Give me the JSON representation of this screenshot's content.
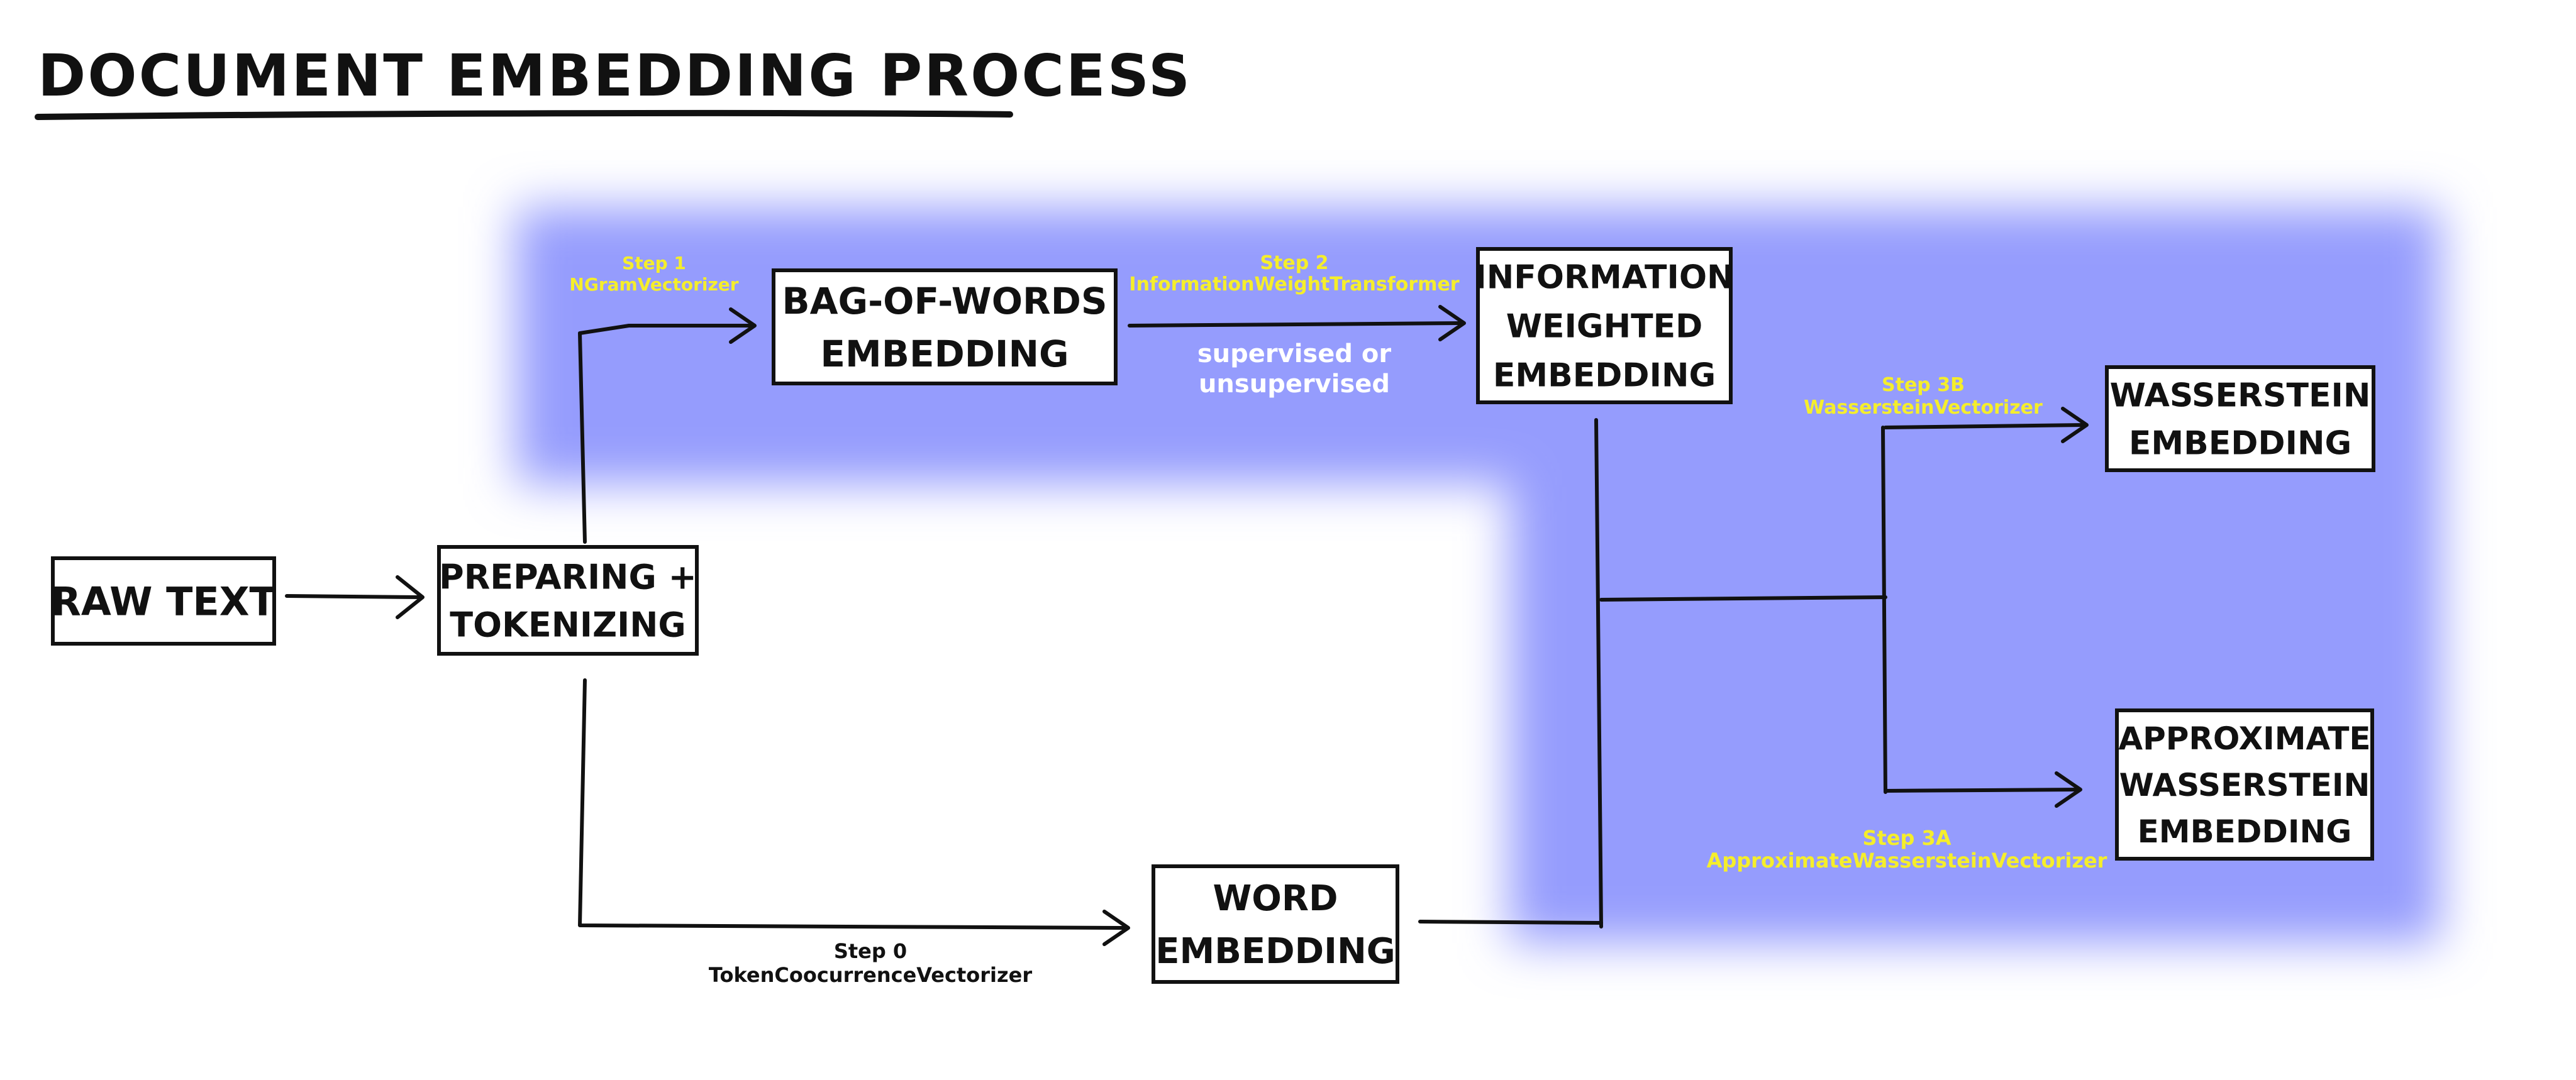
{
  "title": "DOCUMENT EMBEDDING PROCESS",
  "colors": {
    "highlight": "#959cfd",
    "step_label": "#f5ee2b",
    "ink": "#111111",
    "box_fill": "#ffffff"
  },
  "nodes": {
    "raw_text": [
      "RAW TEXT"
    ],
    "preparing": [
      "PREPARING +",
      "TOKENIZING"
    ],
    "bow": [
      "BAG-OF-WORDS",
      "EMBEDDING"
    ],
    "info": [
      "INFORMATION",
      "WEIGHTED",
      "EMBEDDING"
    ],
    "wasserstein": [
      "WASSERSTEIN",
      "EMBEDDING"
    ],
    "approx": [
      "APPROXIMATE",
      "WASSERSTEIN",
      "EMBEDDING"
    ],
    "word": [
      "WORD",
      "EMBEDDING"
    ]
  },
  "steps": {
    "step1": {
      "step": "Step 1",
      "name": "NGramVectorizer"
    },
    "step2": {
      "step": "Step 2",
      "name": "InformationWeightTransformer"
    },
    "step3b": {
      "step": "Step 3B",
      "name": "WassersteinVectorizer"
    },
    "step3a": {
      "step": "Step 3A",
      "name": "ApproximateWassersteinVectorizer"
    },
    "step0": {
      "step": "Step 0",
      "name": "TokenCoocurrenceVectorizer"
    }
  },
  "notes": {
    "supervised": [
      "supervised or",
      "unsupervised"
    ]
  }
}
